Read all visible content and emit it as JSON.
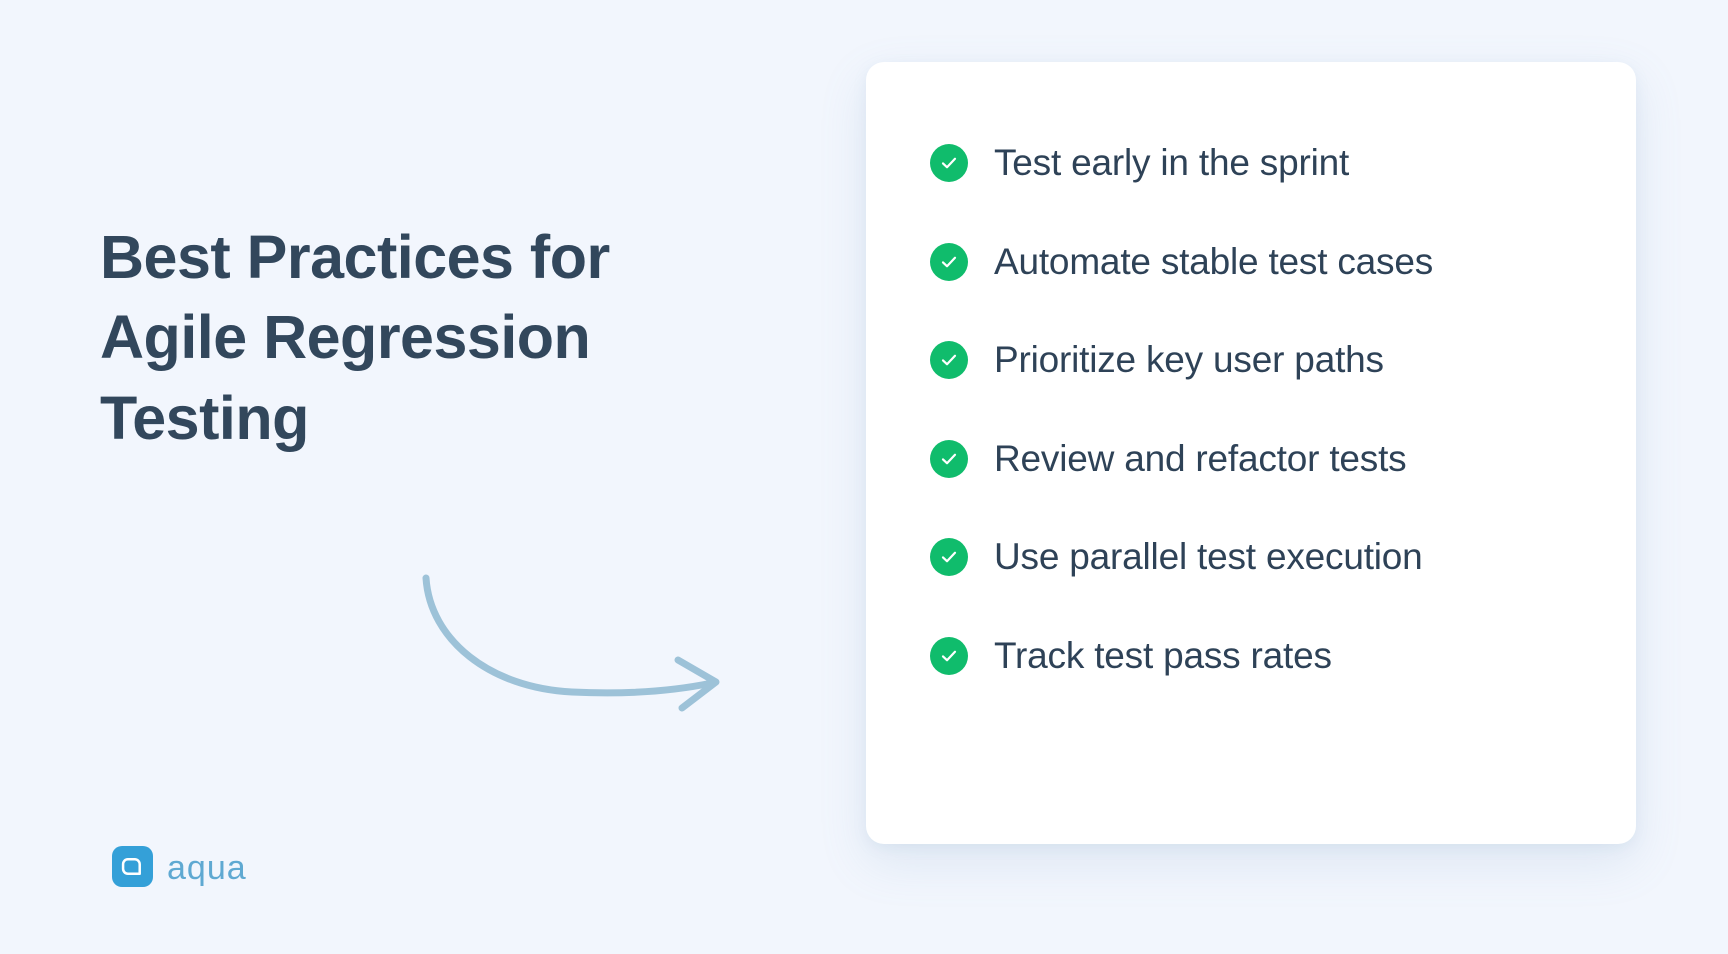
{
  "page": {
    "background_color": "#f2f6fd",
    "heading_color": "#32475c",
    "accent_green": "#10bc6c",
    "brand_blue": "#34a0d8",
    "arrow_color": "#9dc2d8"
  },
  "headline": {
    "text": "Best Practices for\nAgile Regression\nTesting"
  },
  "arrow": {
    "name": "curved-arrow-pointing-right"
  },
  "card": {
    "items": [
      {
        "icon": "check-circle-icon",
        "label": "Test early in the sprint"
      },
      {
        "icon": "check-circle-icon",
        "label": "Automate stable test cases"
      },
      {
        "icon": "check-circle-icon",
        "label": "Prioritize key user paths"
      },
      {
        "icon": "check-circle-icon",
        "label": "Review and refactor tests"
      },
      {
        "icon": "check-circle-icon",
        "label": "Use parallel test execution"
      },
      {
        "icon": "check-circle-icon",
        "label": "Track test pass rates"
      }
    ]
  },
  "logo": {
    "mark_icon": "aqua-logo-mark",
    "wordmark": "aqua"
  }
}
